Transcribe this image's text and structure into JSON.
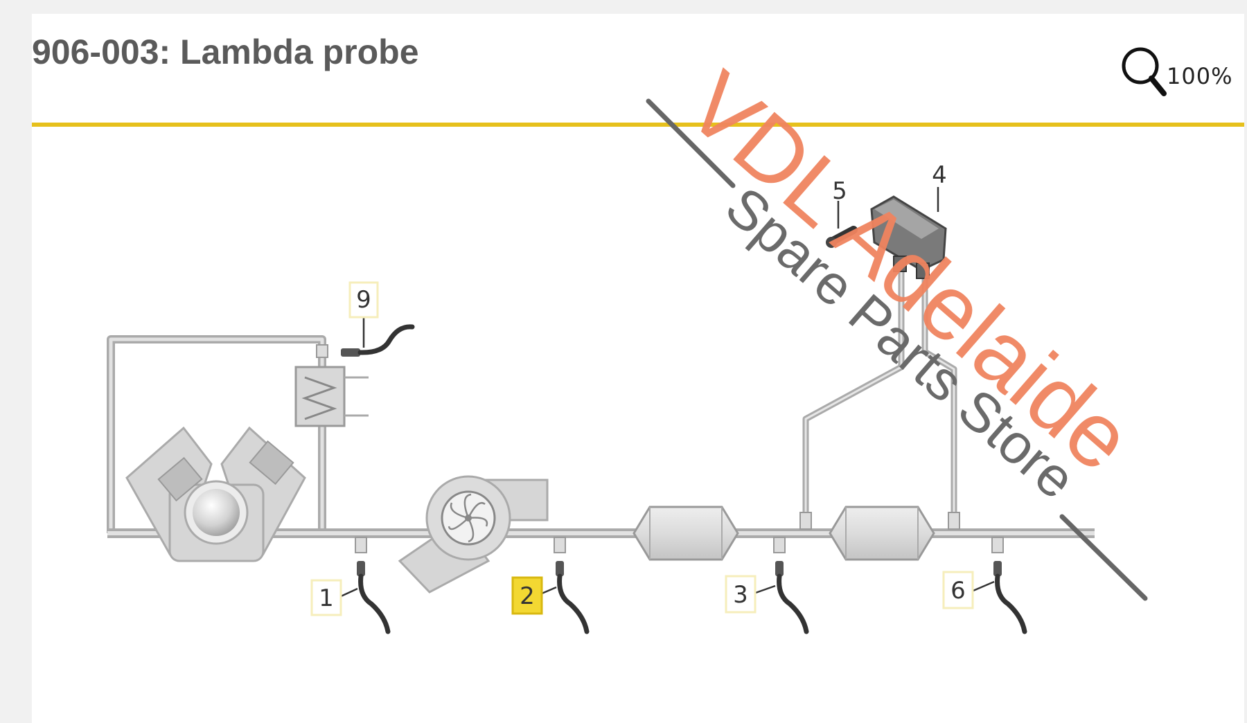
{
  "header": {
    "title": "906-003: Lambda probe",
    "zoom_level": "100%"
  },
  "diagram": {
    "callouts": [
      {
        "label": "1",
        "highlighted": false
      },
      {
        "label": "2",
        "highlighted": true
      },
      {
        "label": "3",
        "highlighted": false
      },
      {
        "label": "4",
        "highlighted": false
      },
      {
        "label": "5",
        "highlighted": false
      },
      {
        "label": "6",
        "highlighted": false
      },
      {
        "label": "9",
        "highlighted": false
      }
    ]
  },
  "watermark": {
    "brand": "VDL Adelaide",
    "tagline": "Spare Parts Store"
  },
  "colors": {
    "accent_rule": "#e6c01c",
    "highlight_fill": "#f3d832",
    "callout_outline": "#f6eebb",
    "watermark_brand": "#f0845f"
  },
  "icons": {
    "zoom": "magnifier-icon"
  }
}
